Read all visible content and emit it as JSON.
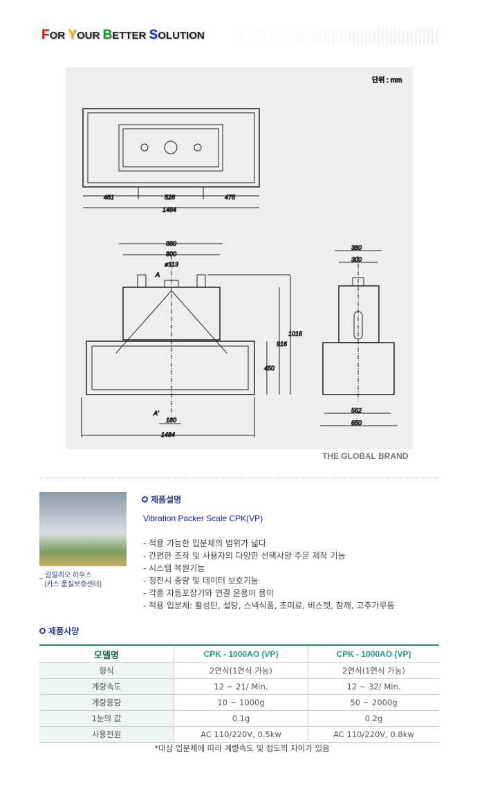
{
  "header": {
    "slogan": [
      {
        "initial": "F",
        "rest": "OR ",
        "color": "#e01010"
      },
      {
        "initial": "Y",
        "rest": "OUR ",
        "color": "#f0b000"
      },
      {
        "initial": "B",
        "rest": "ETTER ",
        "color": "#10a030"
      },
      {
        "initial": "S",
        "rest": "OLUTION",
        "color": "#1030d0"
      }
    ]
  },
  "drawing": {
    "unit": "단위 : mm",
    "top_dims": [
      "481",
      "528",
      "475",
      "1484"
    ],
    "front_dims": [
      "880",
      "800",
      "ø113",
      "A",
      "A'",
      "916",
      "1016",
      "450",
      "180",
      "1484"
    ],
    "side_dims": [
      "380",
      "300",
      "562",
      "650"
    ]
  },
  "brand": "THE GLOBAL BRAND",
  "photo": {
    "caption1": "갈릴레오 하우스",
    "caption2": "(카스 품질보증센터)"
  },
  "description": {
    "title": "제품설명",
    "product_name": "Vibration Packer Scale CPK(VP)",
    "features": [
      "- 적용 가능한 입분체의 범위가 넓다",
      "- 간편한 조작 및 사용자의 다양한 선택사양 주문 제작 기능",
      "- 시스템 복원기능",
      "- 정전시 중량 및 데이터 보호기능",
      "- 각종 자동포장기와 연결 운용이 용이",
      "- 적용 입분체: 활성탄, 설탕, 스넥식품, 조미료, 비스켓, 참깨, 고추가루등"
    ]
  },
  "specs": {
    "title": "제품사양",
    "headers": [
      "모델명",
      "CPK - 1000AO (VP)",
      "CPK - 1000AO (VP)"
    ],
    "rows": [
      [
        "형식",
        "2연식(1연식 가능)",
        "2연식(1연식 가능)"
      ],
      [
        "계량속도",
        "12 ~ 21/ Min.",
        "12 ~ 32/ Min."
      ],
      [
        "계량용량",
        "10 ~ 1000g",
        "50 ~ 2000g"
      ],
      [
        "1눈의 값",
        "0.1g",
        "0.2g"
      ],
      [
        "사용전원",
        "AC 110/220V, 0.5kw",
        "AC 110/220V, 0.8kw"
      ]
    ],
    "note": "*대상 입분체에 따라 계량속도 및 정도의 차이가 있음"
  }
}
